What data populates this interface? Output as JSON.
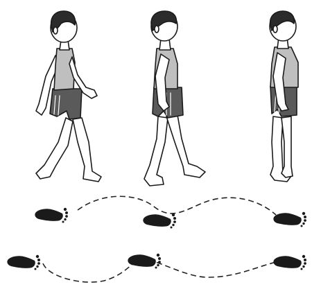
{
  "scene": {
    "subject": "boy-walking-sequence",
    "stages": [
      "stride",
      "mid-step",
      "standing"
    ],
    "footprint_rows": 2,
    "footprints_per_row": 3
  },
  "colors": {
    "ink": "#1a1a1a",
    "hair": "#2b2b2b",
    "shirt": "#bfbfbf",
    "shorts": "#5a5a5a",
    "skin": "#ffffff",
    "path": "#222222"
  }
}
